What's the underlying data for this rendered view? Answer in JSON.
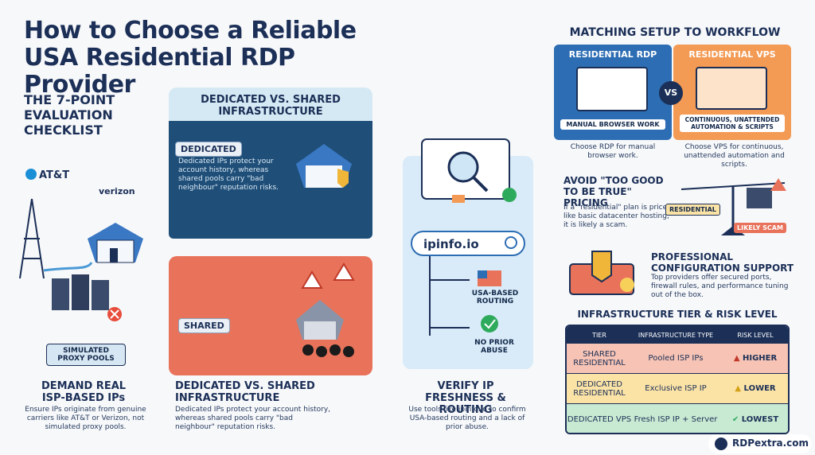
{
  "title": "How to Choose a Reliable USA Residential RDP Provider",
  "checklist": {
    "heading": "THE 7-POINT EVALUATION CHECKLIST",
    "carriers": [
      "AT&T",
      "verizon"
    ],
    "proxy_label": "SIMULATED PROXY POOLS",
    "caption_title": "DEMAND REAL ISP-BASED IPs",
    "caption_body": "Ensure IPs originate from genuine carriers like AT&T or Verizon, not simulated proxy pools."
  },
  "infra": {
    "heading": "DEDICATED VS. SHARED INFRASTRUCTURE",
    "dedicated_label": "DEDICATED",
    "dedicated_text": "Dedicated IPs protect your account history, whereas shared pools carry \"bad neighbour\" reputation risks.",
    "shared_label": "SHARED",
    "caption_title": "DEDICATED VS. SHARED INFRASTRUCTURE",
    "caption_body": "Dedicated IPs protect your account history, whereas shared pools carry \"bad neighbour\" reputation risks."
  },
  "verify": {
    "search_text": "ipinfo.io",
    "routing_label": "USA-BASED ROUTING",
    "abuse_label": "NO PRIOR ABUSE",
    "caption_title": "VERIFY IP FRESHNESS & ROUTING",
    "caption_body": "Use tools like ipinfo.io to confirm USA-based routing and a lack of prior abuse."
  },
  "workflow": {
    "heading": "MATCHING SETUP TO WORKFLOW",
    "rdp_title": "RESIDENTIAL RDP",
    "rdp_label": "MANUAL BROWSER WORK",
    "rdp_caption": "Choose RDP for manual browser work.",
    "vs": "VS",
    "vps_title": "RESIDENTIAL VPS",
    "vps_label": "CONTINUOUS, UNATTENDED AUTOMATION & SCRIPTS",
    "vps_caption": "Choose VPS for continuous, unattended automation and scripts."
  },
  "pricing": {
    "heading": "AVOID \"TOO GOOD TO BE TRUE\" PRICING",
    "body": "If a \"residential\" plan is priced like basic datacenter hosting, it is likely a scam.",
    "scale_left": "RESIDENTIAL",
    "scale_right": "LIKELY SCAM"
  },
  "support": {
    "heading": "PROFESSIONAL CONFIGURATION SUPPORT",
    "body": "Top providers offer secured ports, firewall rules, and performance tuning out of the box."
  },
  "table": {
    "heading": "INFRASTRUCTURE TIER & RISK LEVEL",
    "columns": [
      "TIER",
      "INFRASTRUCTURE TYPE",
      "RISK LEVEL"
    ],
    "rows": [
      {
        "tier": "SHARED RESIDENTIAL",
        "type": "Pooled ISP IPs",
        "risk": "HIGHER",
        "color": "#f6c3b4"
      },
      {
        "tier": "DEDICATED RESIDENTIAL",
        "type": "Exclusive ISP IP",
        "risk": "LOWER",
        "color": "#fbe3a6"
      },
      {
        "tier": "DEDICATED VPS",
        "type": "Fresh ISP IP + Server",
        "risk": "LOWEST",
        "color": "#c9ead2"
      }
    ]
  },
  "brand": "RDPextra.com",
  "colors": {
    "navy": "#1b2f57",
    "red": "#e8735a",
    "blue": "#2d6db3",
    "orange": "#f39a54",
    "green": "#2eaa5c"
  }
}
